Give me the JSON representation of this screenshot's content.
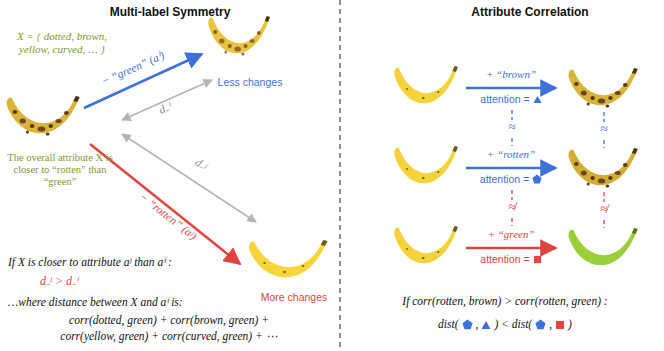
{
  "diagram": {
    "labels": [
      "Multi-label Symmetry",
      "Attribute Correlation",
      "X = { dotted, brown, yellow, curved, … }",
      "− “green” (aⁱ)",
      "d₋ⁱ",
      "Less changes",
      "The overall attribute X is closer to “rotten” than “green”",
      "d₋ʲ",
      "− “rotten” (aʲ)",
      "More changes",
      "If X is closer to attribute aʲ than aⁱ :",
      "d₋ʲ > d₋ⁱ",
      "…where distance between X and aⁱ is:",
      "corr(dotted, green) + corr(brown, green) +",
      "corr(yellow, green) + corr(curved, green) + ⋯",
      "+ “brown”",
      "attention =",
      "≈",
      "≈",
      "+ “rotten”",
      "attention =",
      "≉",
      "≉",
      "+ “green”",
      "attention =",
      "If corr(rotten, brown) > corr(rotten, green) :",
      "dist(",
      ",",
      ") < dist(",
      ",",
      ")"
    ]
  }
}
